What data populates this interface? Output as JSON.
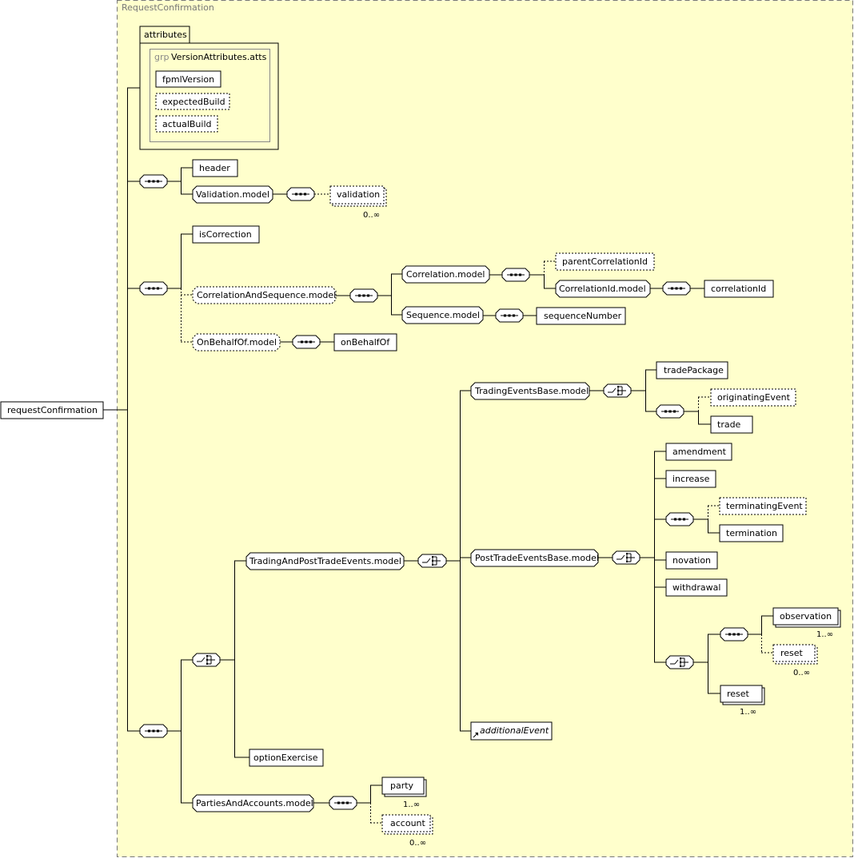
{
  "diagram": {
    "title": "RequestConfirmation",
    "root": "requestConfirmation",
    "attributes": {
      "tab": "attributes",
      "group_prefix": "grp",
      "group_name": "VersionAttributes.atts",
      "items": [
        "fpmlVersion",
        "expectedBuild",
        "actualBuild"
      ]
    },
    "labels": {
      "header": "header",
      "validation_model": "Validation.model",
      "validation": "validation",
      "validation_occ": "0..∞",
      "is_correction": "isCorrection",
      "corr_seq_model": "CorrelationAndSequence.model",
      "correlation_model": "Correlation.model",
      "parent_correlation_id": "parentCorrelationId",
      "correlation_id_model": "CorrelationId.model",
      "correlation_id": "correlationId",
      "sequence_model": "Sequence.model",
      "sequence_number": "sequenceNumber",
      "on_behalf_of_model": "OnBehalfOf.model",
      "on_behalf_of": "onBehalfOf",
      "trading_events_base_model": "TradingEventsBase.model",
      "trade_package": "tradePackage",
      "originating_event": "originatingEvent",
      "trade": "trade",
      "trading_post_trade_model": "TradingAndPostTradeEvents.model",
      "post_trade_base_model": "PostTradeEventsBase.model",
      "amendment": "amendment",
      "increase": "increase",
      "terminating_event": "terminatingEvent",
      "termination": "termination",
      "novation": "novation",
      "withdrawal": "withdrawal",
      "observation": "observation",
      "observation_occ": "1..∞",
      "reset_optional": "reset",
      "reset_optional_occ": "0..∞",
      "reset": "reset",
      "reset_occ": "1..∞",
      "additional_event": "additionalEvent",
      "option_exercise": "optionExercise",
      "parties_accounts_model": "PartiesAndAccounts.model",
      "party": "party",
      "party_occ": "1..∞",
      "account": "account",
      "account_occ": "0..∞"
    },
    "colors": {
      "group_background": "#ffffcc",
      "border": "#000000",
      "title_text": "#777777"
    }
  }
}
